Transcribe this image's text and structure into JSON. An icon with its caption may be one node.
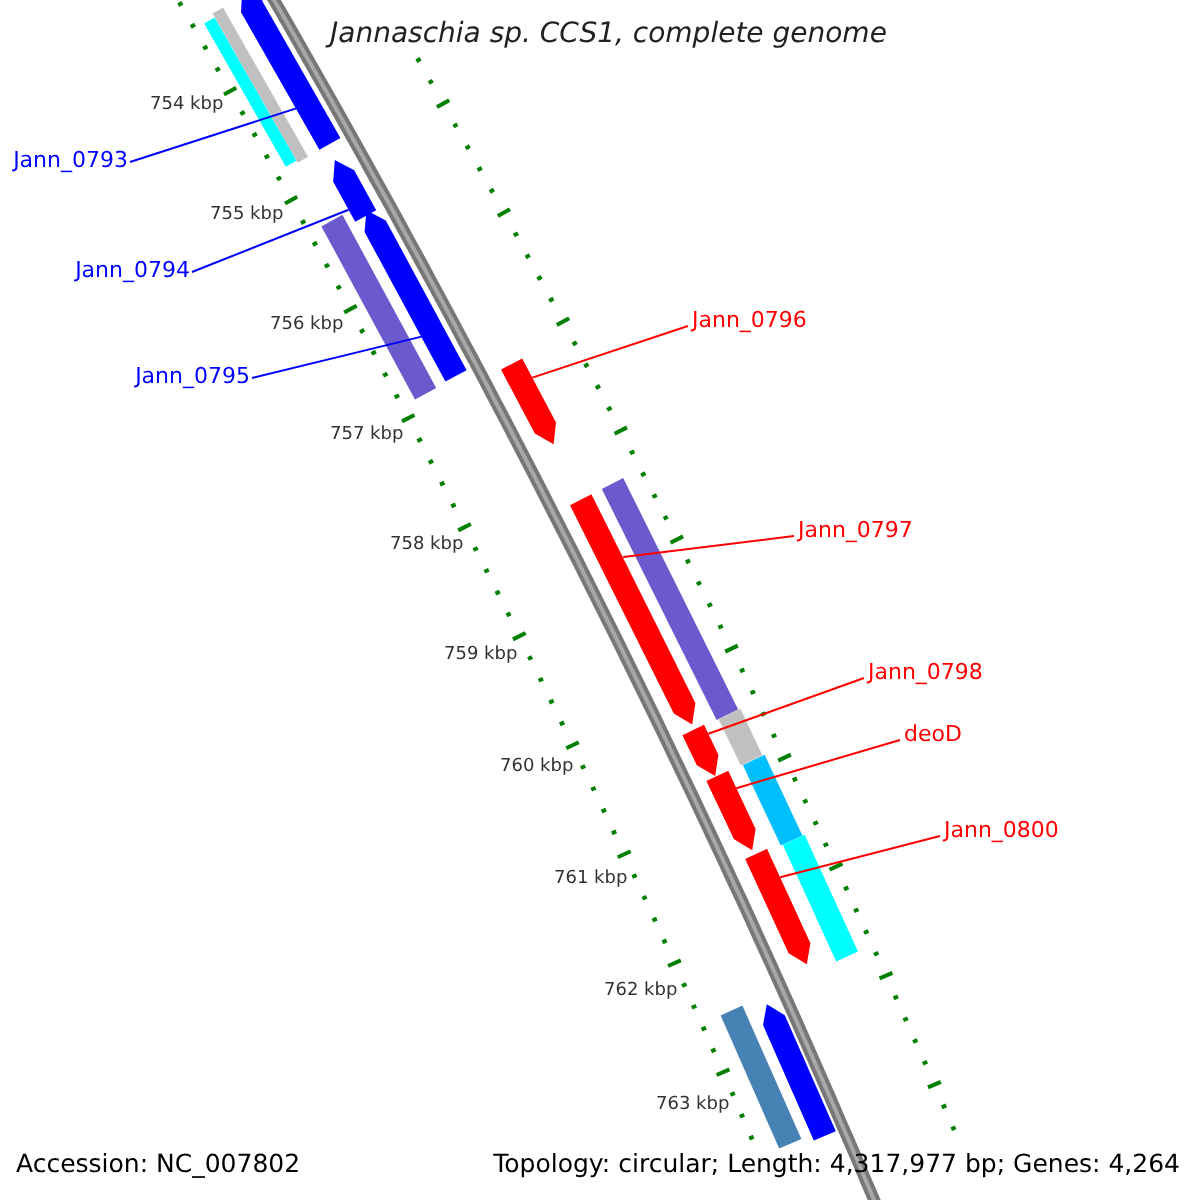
{
  "diagram": {
    "title": "Jannaschia sp. CCS1, complete genome",
    "nodes": [
      {
        "text": [
          "Jann_0793"
        ]
      },
      {
        "text": [
          "Jann_0794"
        ]
      },
      {
        "text": [
          "Jann_0795"
        ]
      },
      {
        "text": [
          "Jann_0796"
        ]
      },
      {
        "text": [
          "Jann_0797"
        ]
      },
      {
        "text": [
          "Jann_0798"
        ]
      },
      {
        "text": [
          "deoD"
        ]
      },
      {
        "text": [
          "Jann_0800"
        ]
      },
      {
        "text": [],
        "shape": "pentagon"
      },
      {
        "text": [],
        "shape": "bar"
      },
      {
        "text": [],
        "shape": "bar"
      },
      {
        "text": [],
        "shape": "pentagon"
      },
      {
        "text": [],
        "shape": "pentagon"
      },
      {
        "text": [],
        "shape": "bar"
      },
      {
        "text": [],
        "shape": "pentagon"
      },
      {
        "text": [],
        "shape": "bar"
      },
      {
        "text": [],
        "shape": "pentagon"
      },
      {
        "text": [],
        "shape": "bar"
      },
      {
        "text": [],
        "shape": "pentagon"
      },
      {
        "text": [],
        "shape": "bar"
      },
      {
        "text": [],
        "shape": "pentagon"
      },
      {
        "text": [],
        "shape": "bar"
      },
      {
        "text": [],
        "shape": "pentagon"
      },
      {
        "text": [],
        "shape": "pentagon"
      },
      {
        "text": [],
        "shape": "bar"
      }
    ],
    "edges": [
      {
        "from": 0,
        "to": 8,
        "arrow": "none",
        "color": "#0000ff"
      },
      {
        "from": 1,
        "to": 11,
        "arrow": "none",
        "color": "#0000ff"
      },
      {
        "from": 2,
        "to": 12,
        "arrow": "none",
        "color": "#0000ff"
      },
      {
        "from": 3,
        "to": 14,
        "arrow": "none"
      },
      {
        "from": 4,
        "to": 16,
        "arrow": "none"
      },
      {
        "from": 5,
        "to": 18,
        "arrow": "none"
      },
      {
        "from": 6,
        "to": 20,
        "arrow": "none"
      },
      {
        "from": 7,
        "to": 22,
        "arrow": "none"
      }
    ],
    "labels": [
      "754 kbp",
      "755 kbp",
      "756 kbp",
      "757 kbp",
      "758 kbp",
      "759 kbp",
      "760 kbp",
      "761 kbp",
      "762 kbp",
      "763 kbp",
      "Accession: NC_007802",
      "Topology: circular; Length: 4,317,977 bp; Genes: 4,264"
    ]
  }
}
